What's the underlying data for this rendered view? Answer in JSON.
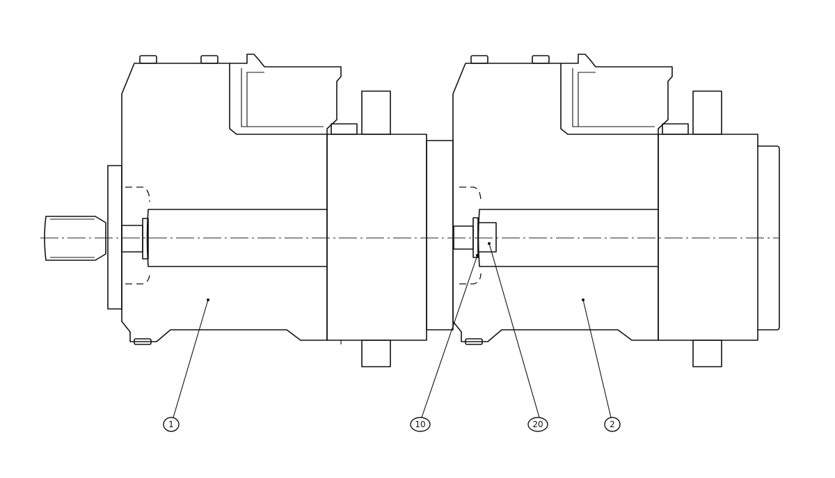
{
  "balloons": [
    {
      "label": "1"
    },
    {
      "label": "10"
    },
    {
      "label": "20"
    },
    {
      "label": "2"
    }
  ]
}
